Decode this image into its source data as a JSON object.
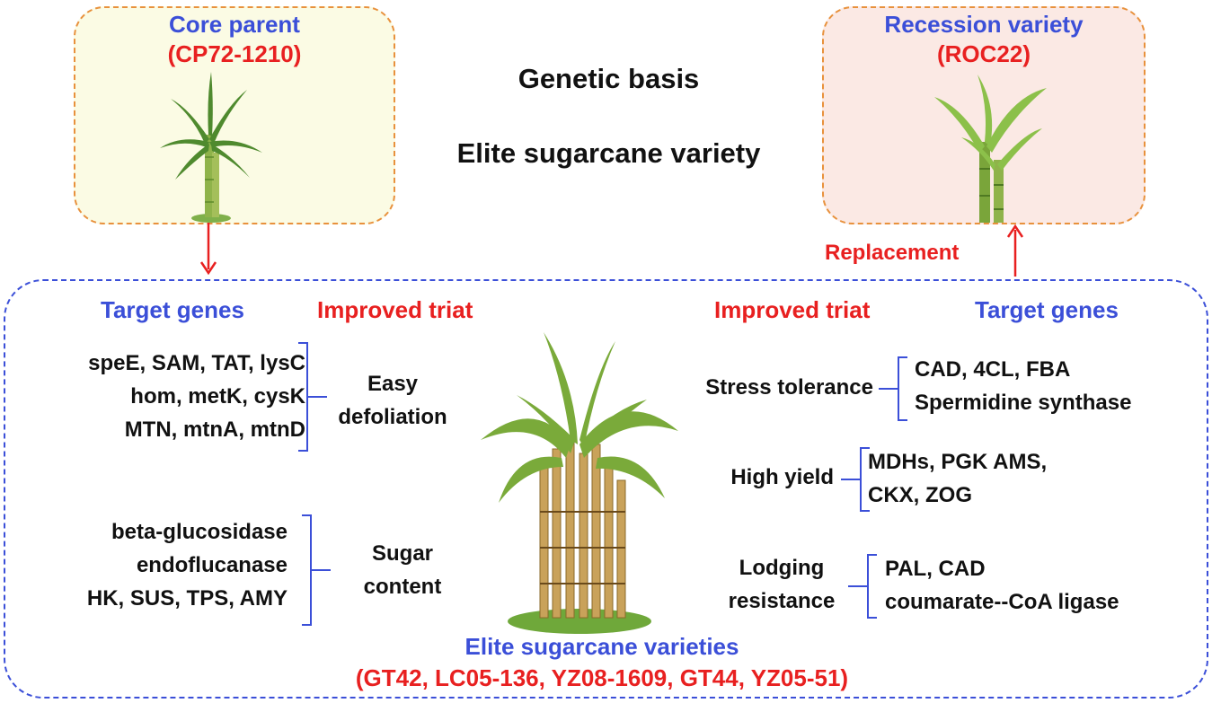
{
  "core": {
    "label": "Core parent",
    "variety": "(CP72-1210)"
  },
  "recession": {
    "label": "Recession variety",
    "variety": "(ROC22)"
  },
  "center_title": {
    "line1": "Genetic basis",
    "line2": "Elite sugarcane variety"
  },
  "replacement": "Replacement",
  "left": {
    "target_header": "Target genes",
    "trait_header": "Improved triat",
    "group1": {
      "genes": [
        "speE, SAM, TAT, lysC",
        "hom, metK, cysK",
        "MTN, mtnA, mtnD"
      ],
      "trait": [
        "Easy",
        "defoliation"
      ]
    },
    "group2": {
      "genes": [
        "beta-glucosidase",
        "endoflucanase",
        "HK, SUS, TPS, AMY"
      ],
      "trait": [
        "Sugar",
        "content"
      ]
    }
  },
  "right": {
    "trait_header": "Improved triat",
    "target_header": "Target genes",
    "group1": {
      "trait": [
        "Stress tolerance"
      ],
      "genes": [
        "CAD, 4CL, FBA",
        "Spermidine synthase"
      ]
    },
    "group2": {
      "trait": [
        "High yield"
      ],
      "genes": [
        "MDHs, PGK AMS,",
        "CKX, ZOG"
      ]
    },
    "group3": {
      "trait": [
        "Lodging",
        "resistance"
      ],
      "genes": [
        "PAL, CAD",
        "coumarate--CoA ligase"
      ]
    }
  },
  "elite": {
    "title": "Elite sugarcane varieties",
    "varieties": "(GT42, LC05-136, YZ08-1609, GT44, YZ05-51)"
  },
  "colors": {
    "blue": "#3b4fd8",
    "red": "#e82020",
    "orange": "#e8913c",
    "cane_green": "#6a9a2a",
    "stalk": "#c9a25a"
  },
  "icons": [
    "sugarcane-plant-icon",
    "sugarcane-stalk-icon",
    "sugarcane-clump-icon",
    "arrow-down-icon",
    "arrow-up-icon"
  ]
}
